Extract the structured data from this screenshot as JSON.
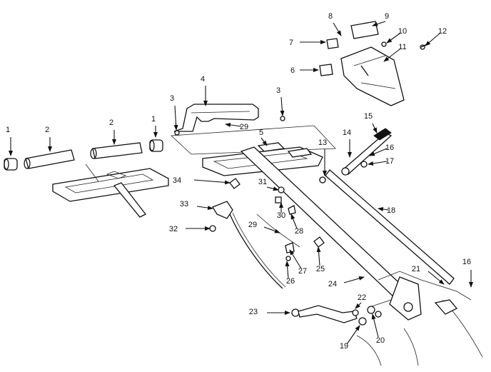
{
  "diagram": {
    "callouts": [
      "1",
      "2",
      "2",
      "1",
      "3",
      "4",
      "3",
      "29",
      "5",
      "6",
      "7",
      "8",
      "9",
      "10",
      "11",
      "12",
      "13",
      "14",
      "15",
      "16",
      "17",
      "18",
      "34",
      "31",
      "33",
      "30",
      "28",
      "32",
      "29",
      "27",
      "26",
      "25",
      "24",
      "21",
      "16",
      "22",
      "23",
      "20",
      "19"
    ]
  }
}
